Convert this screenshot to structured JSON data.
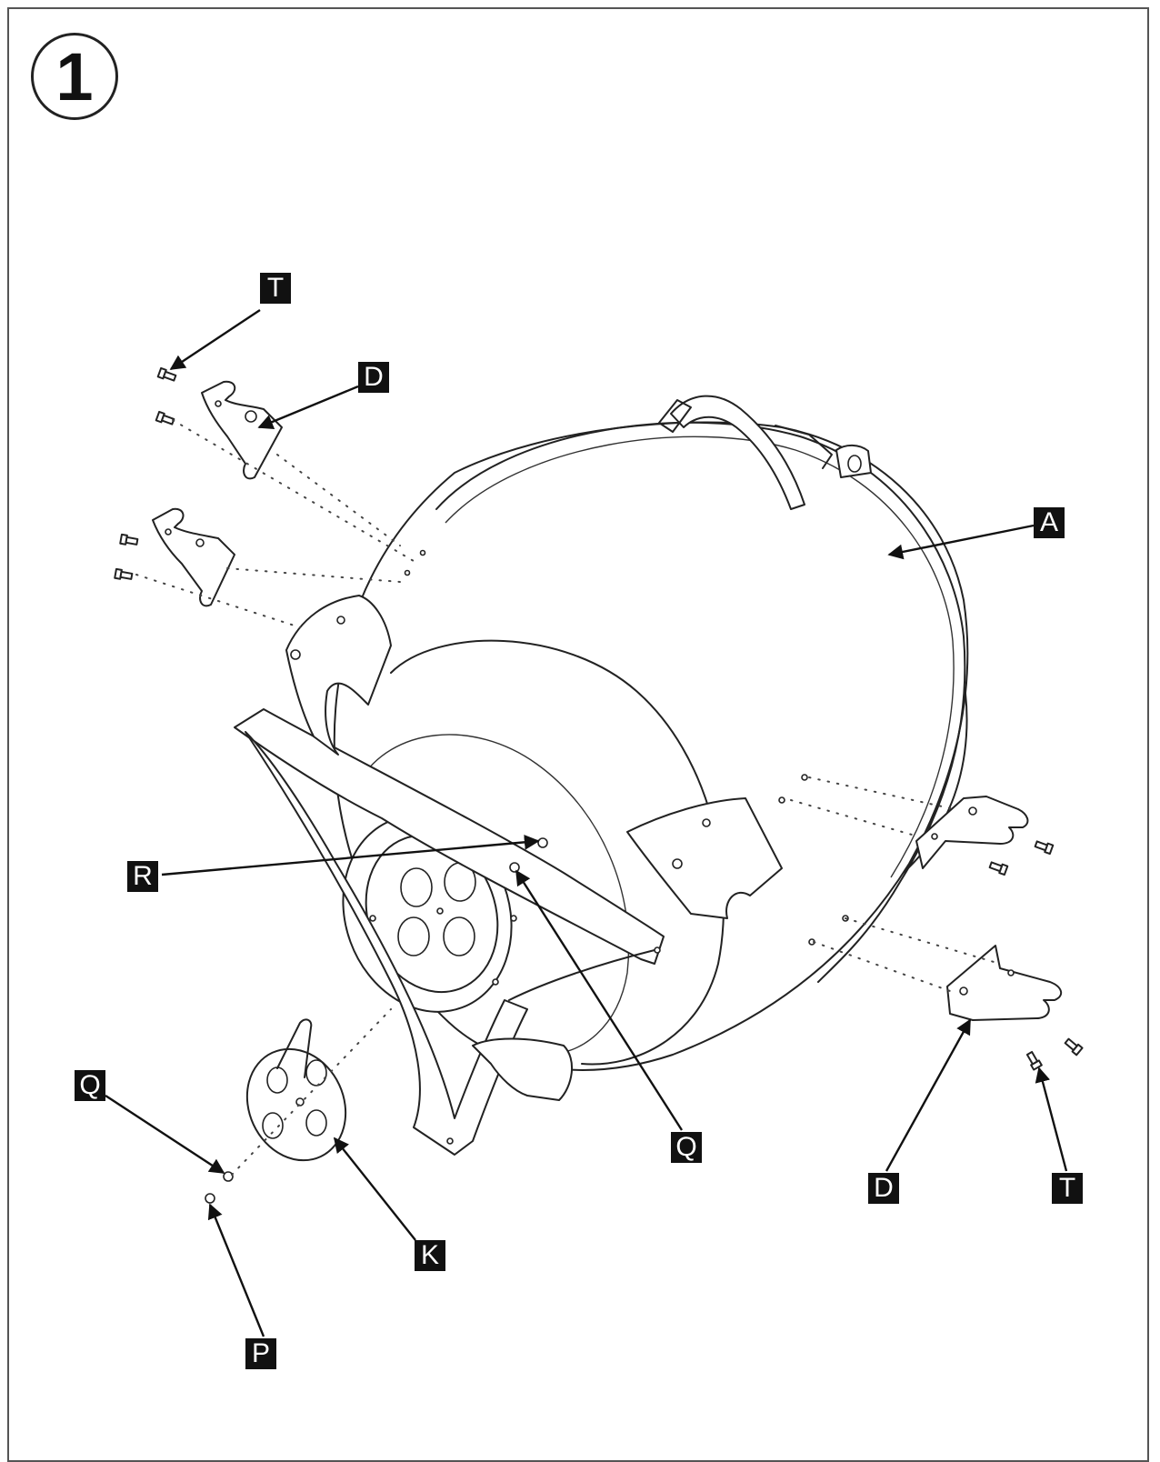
{
  "step": {
    "number": "1"
  },
  "callouts": {
    "t_top": "T",
    "d_top": "D",
    "a_bowl": "A",
    "r_ring": "R",
    "q_left": "Q",
    "q_center": "Q",
    "k_vent": "K",
    "p_nut": "P",
    "d_right": "D",
    "t_right": "T"
  },
  "colors": {
    "line": "#222222",
    "callout_bg": "#111111",
    "callout_text": "#ffffff",
    "background": "#ffffff"
  }
}
